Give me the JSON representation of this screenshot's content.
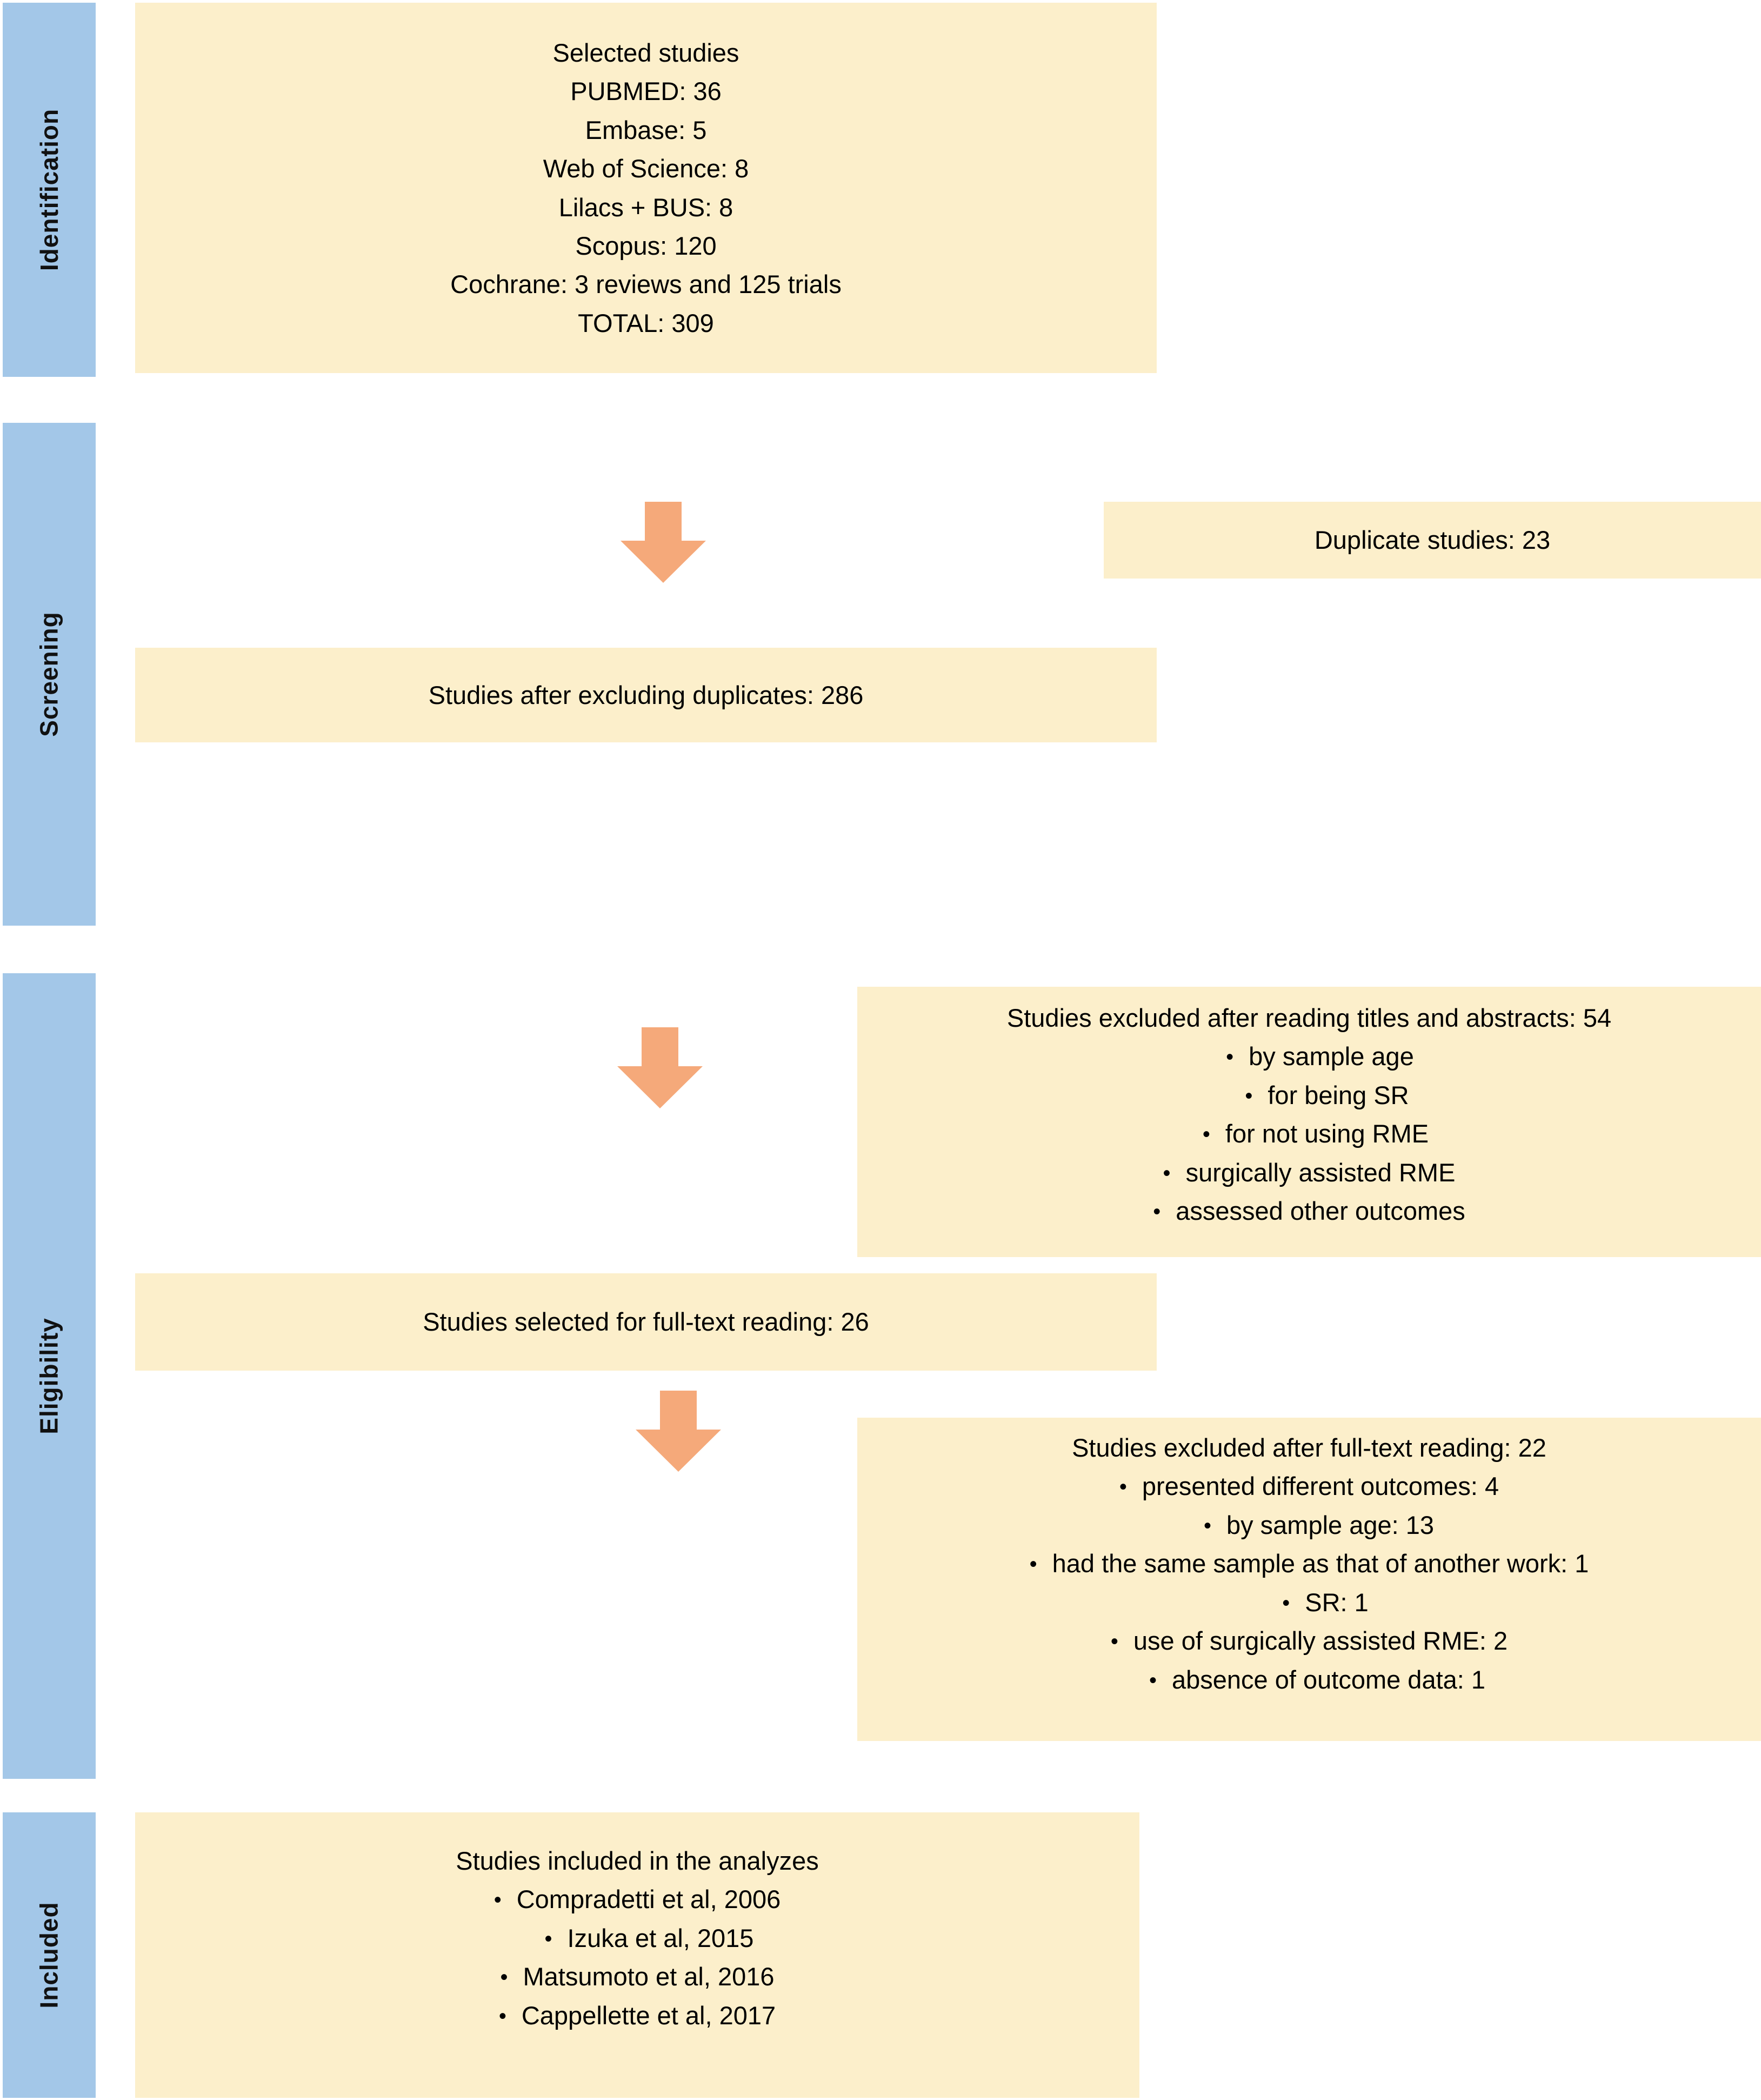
{
  "diagram": {
    "type": "prisma-flow-diagram",
    "colors": {
      "stage_bar": "#A3C7E8",
      "box": "#FCEFCB",
      "arrow": "#F5A97A",
      "text": "#000000",
      "background": "#FFFFFF"
    },
    "stages": [
      {
        "label": "Identification"
      },
      {
        "label": "Screening"
      },
      {
        "label": "Eligibility"
      },
      {
        "label": "Included"
      }
    ],
    "boxes": {
      "identification": {
        "heading": "Selected studies",
        "lines": [
          "PUBMED: 36",
          "Embase: 5",
          "Web of Science: 8",
          "Lilacs + BUS: 8",
          "Scopus: 120",
          "Cochrane: 3 reviews and 125 trials",
          "TOTAL: 309"
        ]
      },
      "duplicates": {
        "text": "Duplicate studies: 23"
      },
      "after_duplicates": {
        "text": "Studies after excluding duplicates: 286"
      },
      "excluded_titles_abstracts": {
        "heading": "Studies excluded after reading titles and abstracts: 54",
        "bullets": [
          "by sample age",
          "for being SR",
          "for not using RME",
          "surgically assisted RME",
          "assessed other outcomes"
        ]
      },
      "selected_fulltext": {
        "text": "Studies selected for full-text reading: 26"
      },
      "excluded_fulltext": {
        "heading": "Studies excluded after full-text reading: 22",
        "bullets": [
          "presented different outcomes: 4",
          "by sample age: 13",
          "had the same sample as that of another work: 1",
          "SR: 1",
          "use of surgically assisted RME: 2",
          "absence of outcome data: 1"
        ]
      },
      "included": {
        "heading": "Studies included in the analyzes",
        "bullets": [
          "Compradetti et al, 2006",
          "Izuka et al, 2015",
          "Matsumoto et al, 2016",
          "Cappellette et al, 2017"
        ]
      }
    },
    "arrows": [
      {
        "name": "arrow-identification-to-screening"
      },
      {
        "name": "arrow-screening-to-eligibility"
      },
      {
        "name": "arrow-eligibility-to-included"
      }
    ],
    "bullet_glyph": "•"
  }
}
